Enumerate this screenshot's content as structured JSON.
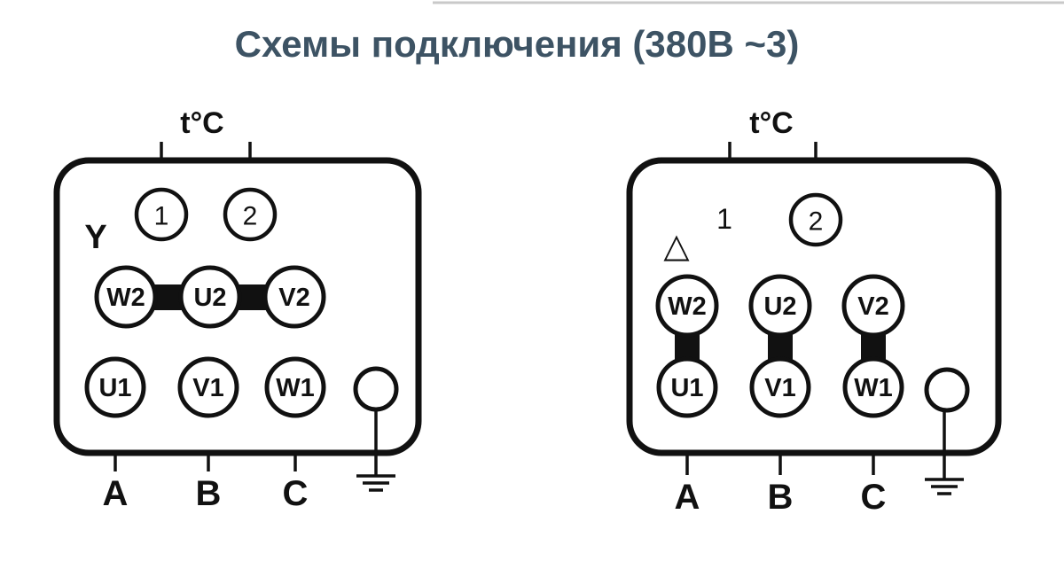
{
  "title": "Схемы подключения (380В ~3)",
  "colors": {
    "title": "#3d5364",
    "diagram": "#111111"
  },
  "star": {
    "symbol": "Y",
    "sensor_label": "t°C",
    "sensor_terminals": [
      "1",
      "2"
    ],
    "top_terminals": [
      "W2",
      "U2",
      "V2"
    ],
    "bottom_terminals": [
      "U1",
      "V1",
      "W1"
    ],
    "phases": [
      "A",
      "B",
      "C"
    ]
  },
  "delta": {
    "symbol": "△",
    "sensor_label": "t°C",
    "sensor_terminals": [
      "1",
      "2"
    ],
    "top_terminals": [
      "W2",
      "U2",
      "V2"
    ],
    "bottom_terminals": [
      "U1",
      "V1",
      "W1"
    ],
    "phases": [
      "A",
      "B",
      "C"
    ]
  }
}
